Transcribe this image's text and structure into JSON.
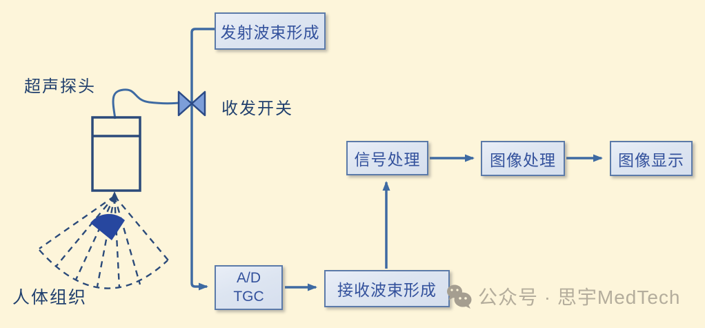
{
  "diagram": {
    "title_context": "ultrasound-system-block-diagram",
    "nodes": {
      "transmit_beamforming": "发射波束形成",
      "signal_processing": "信号处理",
      "image_processing": "图像处理",
      "image_display": "图像显示",
      "ad_tgc_line1": "A/D",
      "ad_tgc_line2": "TGC",
      "receive_beamforming": "接收波束形成"
    },
    "labels": {
      "probe": "超声探头",
      "switch": "收发开关",
      "tissue": "人体组织"
    },
    "icons": {
      "switch_symbol": "bowtie-valve-icon",
      "probe_symbol": "ultrasound-probe-icon",
      "beam_symbol": "scan-sector-fan-icon",
      "watermark_symbol": "wechat-icon"
    },
    "colors": {
      "background": "#fdf5da",
      "box_fill": "#dde5f1",
      "box_border": "#5b7aa9",
      "box_text": "#33519c",
      "connector": "#3e6aa2",
      "outline_dark": "#2b4a7a",
      "valve_fill": "#7d9ed9",
      "beam_wedge": "#27479f",
      "watermark_text": "#b4ad9c"
    }
  },
  "watermark": {
    "text": "公众号 · 思宇MedTech"
  }
}
